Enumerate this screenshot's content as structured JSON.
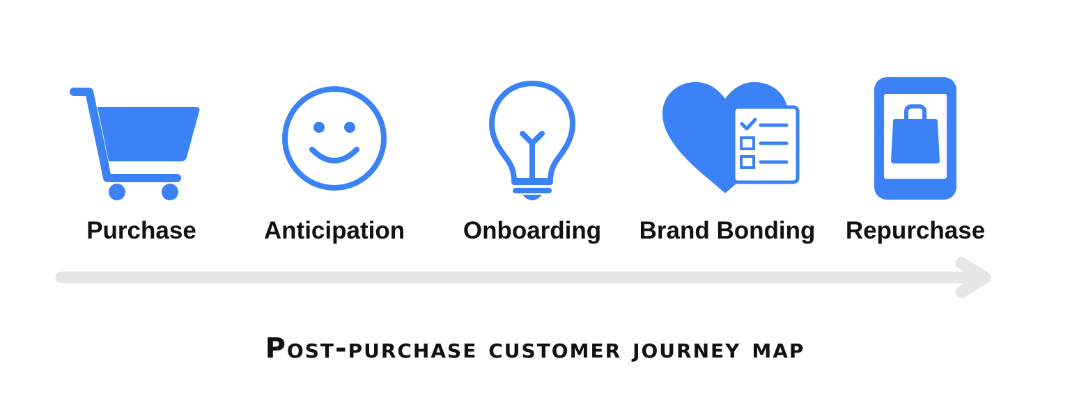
{
  "colors": {
    "accent": "#3b82f6",
    "arrow": "#e6e6e6",
    "text": "#111111"
  },
  "stages": [
    {
      "label": "Purchase",
      "icon": "shopping-cart-icon"
    },
    {
      "label": "Anticipation",
      "icon": "smiley-face-icon"
    },
    {
      "label": "Onboarding",
      "icon": "lightbulb-icon"
    },
    {
      "label": "Brand Bonding",
      "icon": "heart-checklist-icon"
    },
    {
      "label": "Repurchase",
      "icon": "phone-shopping-bag-icon"
    }
  ],
  "title": "Post-purchase customer journey map"
}
